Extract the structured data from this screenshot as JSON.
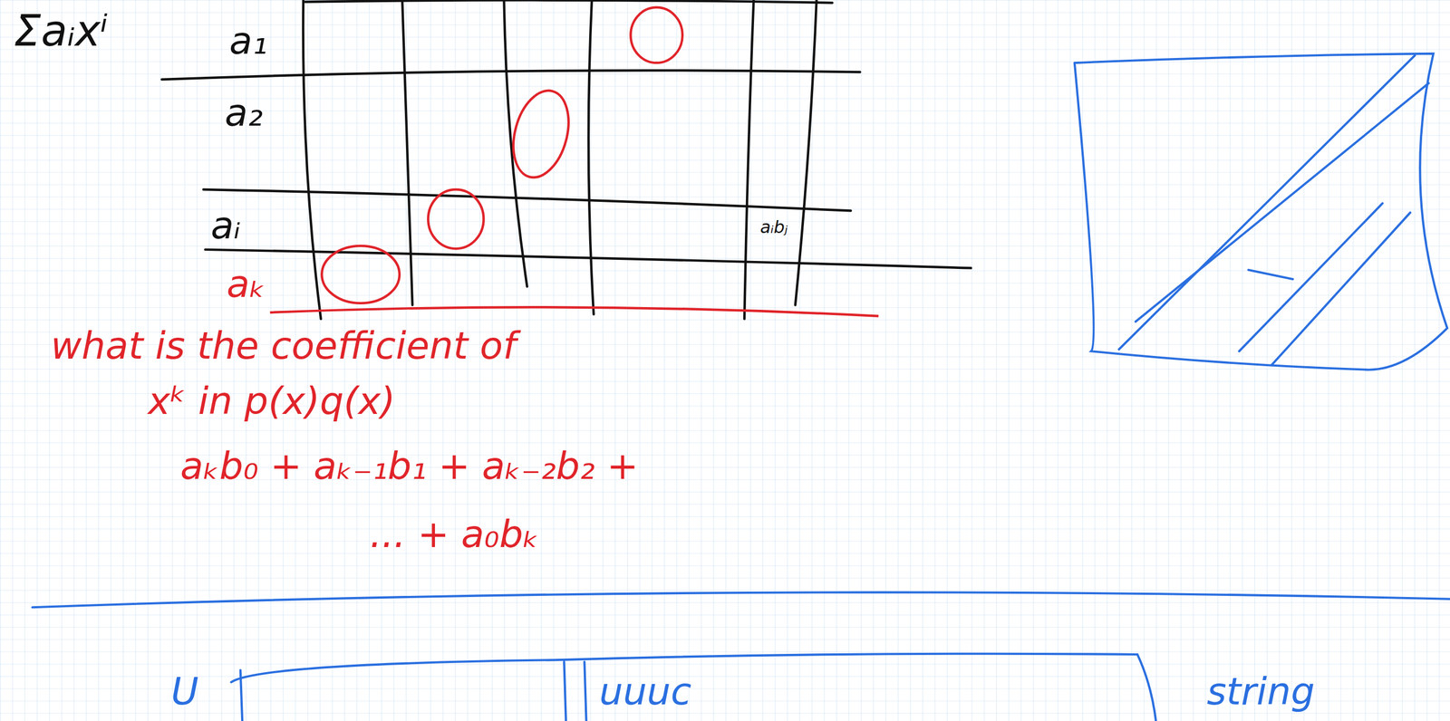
{
  "diagram": {
    "labels": [
      "Σaᵢxⁱ",
      "a₁",
      "a₂",
      "aᵢ",
      "aᵢbⱼ",
      "aₖ",
      "what is the coefficient of",
      "xᵏ in p(x)q(x)",
      "aₖb₀ + aₖ₋₁b₁ + aₖ₋₂b₂ +",
      "... + a₀bₖ",
      "U",
      "uuuc",
      "string"
    ]
  }
}
